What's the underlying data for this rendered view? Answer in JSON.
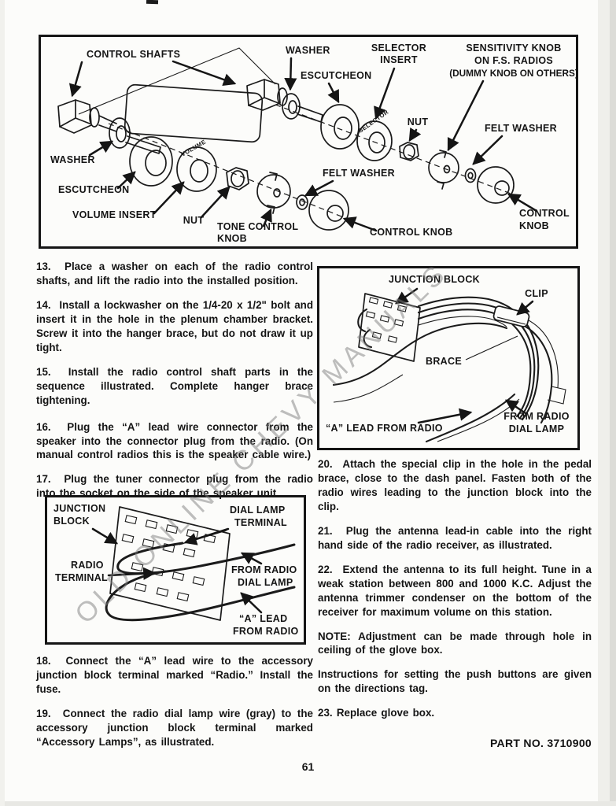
{
  "page": {
    "number": "61",
    "part_no": "PART NO. 3710900",
    "watermark": "OLD ONLINE CHEVY MANUALS"
  },
  "top_diagram": {
    "control_shafts": "CONTROL SHAFTS",
    "washer_top": "WASHER",
    "escutcheon_top": "ESCUTCHEON",
    "selector_insert_line1": "SELECTOR",
    "selector_insert_line2": "INSERT",
    "sensitivity_line1": "SENSITIVITY KNOB",
    "sensitivity_line2": "ON F.S. RADIOS",
    "sensitivity_line3": "(DUMMY KNOB ON OTHERS)",
    "nut_right": "NUT",
    "felt_washer_right": "FELT WASHER",
    "washer_left": "WASHER",
    "escutcheon_left": "ESCUTCHEON",
    "volume_insert": "VOLUME INSERT",
    "nut_left": "NUT",
    "tone_control_line1": "TONE CONTROL",
    "tone_control_line2": "KNOB",
    "felt_washer_mid": "FELT WASHER",
    "control_knob_center": "CONTROL KNOB",
    "control_knob_right_line1": "CONTROL",
    "control_knob_right_line2": "KNOB",
    "volume_disk": "VOLUME",
    "selector_disk": "SELECTOR"
  },
  "clip_diagram": {
    "junction_block": "JUNCTION BLOCK",
    "clip": "CLIP",
    "brace": "BRACE",
    "a_lead": "“A” LEAD FROM RADIO",
    "from_radio_line1": "FROM RADIO",
    "from_radio_line2": "DIAL LAMP"
  },
  "terminal_diagram": {
    "junction_line1": "JUNCTION",
    "junction_line2": "BLOCK",
    "dial_lamp_line1": "DIAL LAMP",
    "dial_lamp_line2": "TERMINAL",
    "radio_line1": "RADIO",
    "radio_line2": "TERMINAL",
    "from_radio_line1": "FROM RADIO",
    "from_radio_line2": "DIAL LAMP",
    "a_lead_line1": "“A” LEAD",
    "a_lead_line2": "FROM RADIO"
  },
  "steps": {
    "s13": "13.  Place a washer on each of the radio control shafts, and lift the radio into the installed position.",
    "s14": "14.  Install a lockwasher on the 1/4-20 x 1/2\" bolt and insert it in the hole in the plenum chamber bracket. Screw it into the hanger brace, but do not draw it up tight.",
    "s15": "15.  Install the radio control shaft parts in the sequence illustrated. Complete hanger brace tightening.",
    "s16": "16.  Plug the “A” lead wire connector from the speaker into the connector plug from the radio. (On manual control radios this is the speaker cable wire.)",
    "s17": "17.  Plug the tuner connector plug from the radio into the socket on the side of the speaker unit.",
    "s18": "18.  Connect the “A” lead wire to the accessory junction block terminal marked “Radio.” Install the fuse.",
    "s19": "19.  Connect the radio dial lamp wire (gray) to the accessory junction block terminal marked “Accessory Lamps”, as illustrated.",
    "s20": "20.  Attach the special clip in the hole in the pedal brace, close to the dash panel. Fasten both of the radio wires leading to the junction block into the clip.",
    "s21": "21.  Plug the antenna lead-in cable into the right hand side of the radio receiver, as illustrated.",
    "s22": "22.  Extend the antenna to its full height. Tune in a weak station between 800 and 1000 K.C. Adjust the antenna trimmer condenser on the bottom of the receiver for maximum volume on this station.",
    "note": "NOTE: Adjustment can be made through hole in ceiling of the glove box.",
    "push_buttons": "Instructions for setting the push buttons are given on the directions tag.",
    "s23": "23. Replace glove box."
  }
}
